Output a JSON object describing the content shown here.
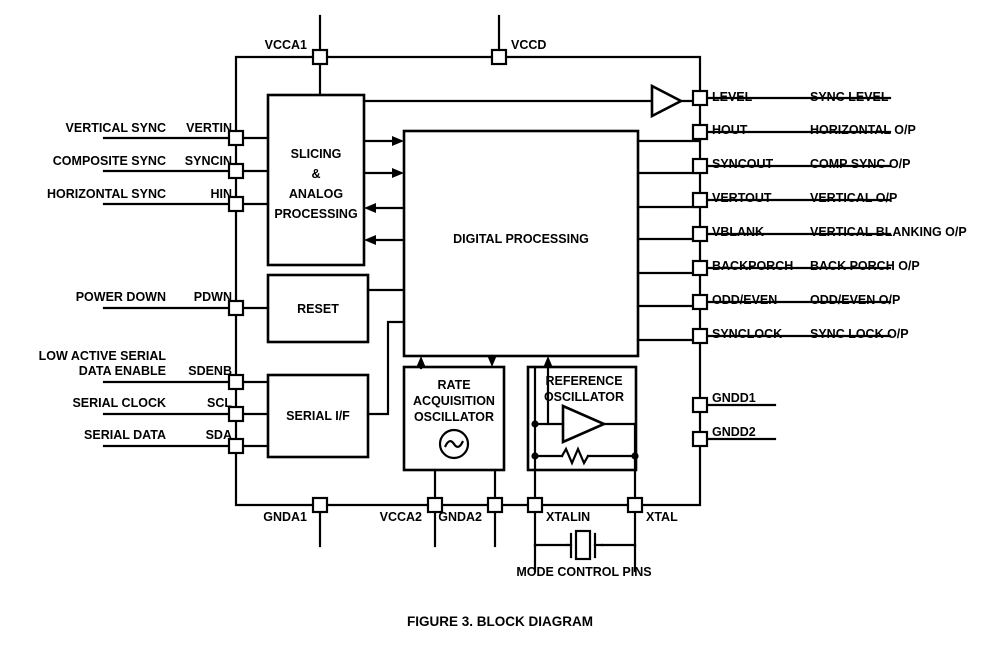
{
  "figure": {
    "caption": "FIGURE 3.  BLOCK DIAGRAM"
  },
  "blocks": {
    "slicing": {
      "line1": "SLICING",
      "line2": "&",
      "line3": "ANALOG",
      "line4": "PROCESSING"
    },
    "digital": {
      "label": "DIGITAL PROCESSING"
    },
    "reset": {
      "label": "RESET"
    },
    "serial_if": {
      "label": "SERIAL I/F"
    },
    "rate_osc": {
      "line1": "RATE",
      "line2": "ACQUISITION",
      "line3": "OSCILLATOR"
    },
    "ref_osc": {
      "line1": "REFERENCE",
      "line2": "OSCILLATOR"
    }
  },
  "inputs": [
    {
      "signal": "VERTICAL SYNC",
      "pin": "VERTIN"
    },
    {
      "signal": "COMPOSITE SYNC",
      "pin": "SYNCIN"
    },
    {
      "signal": "HORIZONTAL SYNC",
      "pin": "HIN"
    },
    {
      "signal": "POWER DOWN",
      "pin": "PDWN"
    },
    {
      "signal_line1": "LOW ACTIVE SERIAL",
      "signal_line2": "DATA ENABLE",
      "pin": "SDENB"
    },
    {
      "signal": "SERIAL CLOCK",
      "pin": "SCL"
    },
    {
      "signal": "SERIAL DATA",
      "pin": "SDA"
    }
  ],
  "outputs": [
    {
      "pin": "LEVEL",
      "signal": "SYNC LEVEL"
    },
    {
      "pin": "HOUT",
      "signal": "HORIZONTAL O/P"
    },
    {
      "pin": "SYNCOUT",
      "signal": "COMP SYNC O/P"
    },
    {
      "pin": "VERTOUT",
      "signal": "VERTICAL O/P"
    },
    {
      "pin": "VBLANK",
      "signal": "VERTICAL BLANKING O/P"
    },
    {
      "pin": "BACKPORCH",
      "signal": "BACK PORCH O/P"
    },
    {
      "pin": "ODD/EVEN",
      "signal": "ODD/EVEN O/P"
    },
    {
      "pin": "SYNCLOCK",
      "signal": "SYNC LOCK O/P"
    }
  ],
  "power_pins": {
    "top": [
      {
        "name": "VCCA1"
      },
      {
        "name": "VCCD"
      }
    ],
    "right": [
      {
        "name": "GNDD1"
      },
      {
        "name": "GNDD2"
      }
    ],
    "bottom": [
      {
        "name": "GNDA1"
      },
      {
        "name": "VCCA2"
      },
      {
        "name": "GNDA2"
      },
      {
        "name": "XTALIN"
      },
      {
        "name": "XTAL"
      }
    ]
  },
  "annotations": {
    "mode_control": "MODE CONTROL PINS"
  },
  "colors": {
    "line": "#000000",
    "background": "#ffffff",
    "text": "#000000"
  }
}
